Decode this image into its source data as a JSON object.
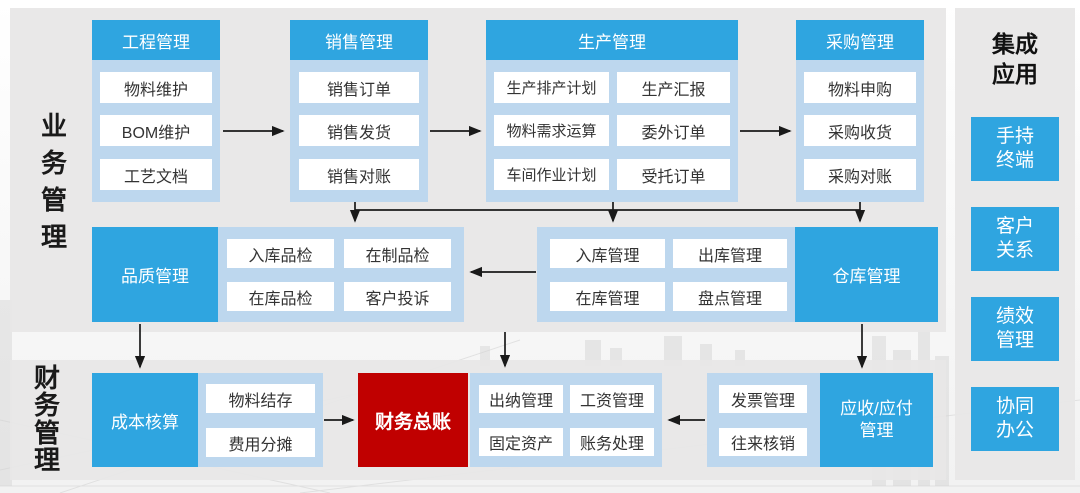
{
  "left_labels": {
    "business": "业务管理",
    "finance": "财务管理"
  },
  "sidebar": {
    "title": "集成应用",
    "items": [
      "手持终端",
      "客户关系",
      "绩效管理",
      "协同办公"
    ]
  },
  "business": {
    "engineering": {
      "title": "工程管理",
      "items": [
        "物料维护",
        "BOM维护",
        "工艺文档"
      ]
    },
    "sales": {
      "title": "销售管理",
      "items": [
        "销售订单",
        "销售发货",
        "销售对账"
      ]
    },
    "production": {
      "title": "生产管理",
      "left_items": [
        "生产排产计划",
        "物料需求运算",
        "车间作业计划"
      ],
      "right_items": [
        "生产汇报",
        "委外订单",
        "受托订单"
      ]
    },
    "purchasing": {
      "title": "采购管理",
      "items": [
        "物料申购",
        "采购收货",
        "采购对账"
      ]
    },
    "quality": {
      "title": "品质管理",
      "items": [
        "入库品检",
        "在制品检",
        "在库品检",
        "客户投诉"
      ]
    },
    "warehouse": {
      "title": "仓库管理",
      "items": [
        "入库管理",
        "出库管理",
        "在库管理",
        "盘点管理"
      ]
    }
  },
  "finance": {
    "cost": {
      "title": "成本核算",
      "items": [
        "物料结存",
        "费用分摊"
      ]
    },
    "general_ledger": {
      "title": "财务总账"
    },
    "accounting": {
      "items": [
        "出纳管理",
        "工资管理",
        "固定资产",
        "账务处理"
      ]
    },
    "receivable_payable": {
      "title": "应收/应付管理",
      "items": [
        "发票管理",
        "往来核销"
      ]
    }
  },
  "colors": {
    "accent_blue": "#2fa5e0",
    "light_blue": "#bdd7ee",
    "alert_red": "#c00000",
    "panel_gray": "#e9e8e8",
    "arrow_black": "#1a1a1a"
  }
}
